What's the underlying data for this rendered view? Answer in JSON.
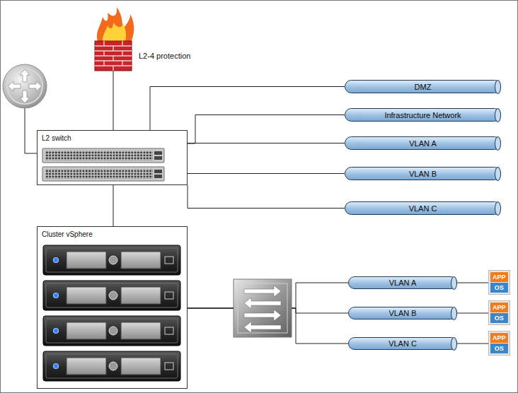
{
  "diagram": {
    "nodes": [
      {
        "text": [
          "L2 switch"
        ]
      },
      {
        "text": [
          "DMZ"
        ]
      },
      {
        "text": [
          "Infrastructure Network"
        ]
      },
      {
        "text": [
          "VLAN A"
        ]
      },
      {
        "text": [
          "VLAN B"
        ]
      },
      {
        "text": [
          "VLAN C"
        ]
      },
      {
        "text": [
          "Cluster vSphere"
        ]
      },
      {
        "text": [
          "VLAN A"
        ]
      },
      {
        "text": [
          "VLAN B"
        ]
      },
      {
        "text": [
          "VLAN C"
        ]
      },
      {
        "text": [
          "APP",
          "OS"
        ]
      },
      {
        "text": [
          "APP",
          "OS"
        ]
      },
      {
        "text": [
          "APP",
          "OS"
        ]
      }
    ],
    "edges": [
      {
        "from": 0,
        "to": 1,
        "arrow": "none"
      },
      {
        "from": 0,
        "to": 2,
        "arrow": "none"
      },
      {
        "from": 0,
        "to": 3,
        "arrow": "none"
      },
      {
        "from": 0,
        "to": 4,
        "arrow": "none"
      },
      {
        "from": 0,
        "to": 5,
        "arrow": "none"
      },
      {
        "from": 0,
        "to": 6,
        "arrow": "none"
      },
      {
        "from": 6,
        "to": 7,
        "arrow": "none"
      },
      {
        "from": 6,
        "to": 8,
        "arrow": "none"
      },
      {
        "from": 6,
        "to": 9,
        "arrow": "none"
      },
      {
        "from": 7,
        "to": 10,
        "arrow": "none"
      },
      {
        "from": 8,
        "to": 11,
        "arrow": "none"
      },
      {
        "from": 9,
        "to": 12,
        "arrow": "none"
      }
    ],
    "labels": [
      "L2-4 protection"
    ]
  }
}
